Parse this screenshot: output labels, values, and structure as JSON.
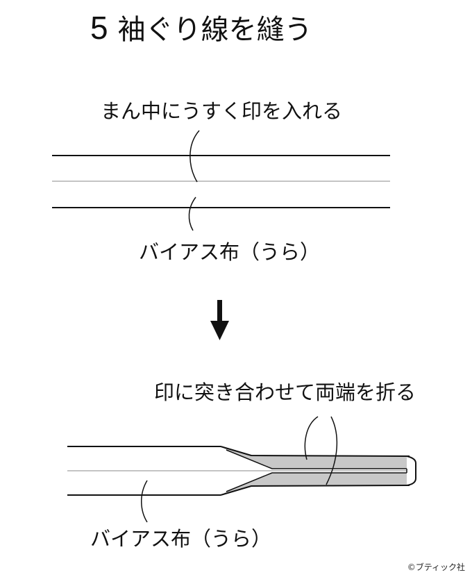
{
  "title": {
    "number": "5",
    "text": "袖ぐり線を縫う"
  },
  "step1": {
    "label_top": "まん中にうすく印を入れる",
    "label_bottom": "バイアス布（うら）"
  },
  "step2": {
    "label_top": "印に突き合わせて両端を折る",
    "label_bottom": "バイアス布（うら）"
  },
  "copyright": "©ブティック社",
  "colors": {
    "line": "#111111",
    "center_line": "#b0b0b0",
    "folded_fill": "#c8c8c8"
  },
  "icons": {
    "arrow": "down-arrow-icon"
  }
}
